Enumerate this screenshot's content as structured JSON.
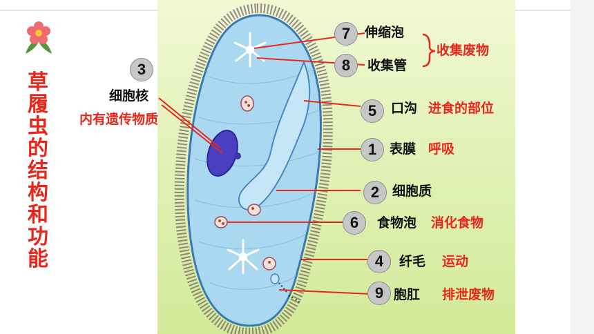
{
  "title": "草履虫的结构和功能",
  "shared_function": "收集废物",
  "parts": [
    {
      "num": "1",
      "name": "表膜",
      "function": "呼吸"
    },
    {
      "num": "2",
      "name": "细胞质",
      "function": ""
    },
    {
      "num": "3",
      "name": "细胞核",
      "function": "内有遗传物质"
    },
    {
      "num": "4",
      "name": "纤毛",
      "function": "运动"
    },
    {
      "num": "5",
      "name": "口沟",
      "function": "进食的部位"
    },
    {
      "num": "6",
      "name": "食物泡",
      "function": "消化食物"
    },
    {
      "num": "7",
      "name": "伸缩泡",
      "function": ""
    },
    {
      "num": "8",
      "name": "收集管",
      "function": ""
    },
    {
      "num": "9",
      "name": "胞肛",
      "function": "排泄废物"
    }
  ],
  "colors": {
    "title": "#e8261c",
    "function_text": "#e8261c",
    "leader_line": "#e8261c",
    "cell_body": "#a9d8f0",
    "nucleus": "#4a3fc0",
    "cilia": "#6d5a62"
  },
  "icons": [
    "flower-icon"
  ]
}
